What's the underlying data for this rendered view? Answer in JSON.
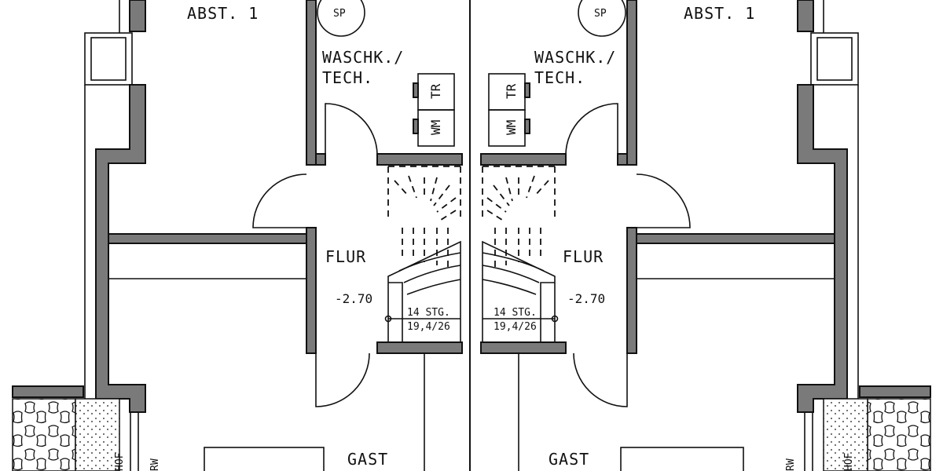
{
  "rooms": {
    "left_abst": "ABST. 1",
    "right_abst": "ABST. 1",
    "left_wasch_line1": "WASCHK./",
    "left_wasch_line2": "TECH.",
    "right_wasch_line1": "WASCHK./",
    "right_wasch_line2": "TECH.",
    "left_flur": "FLUR",
    "right_flur": "FLUR",
    "left_gast": "GAST",
    "right_gast": "GAST"
  },
  "fixtures": {
    "storage_left": "SP",
    "storage_right": "SP",
    "dryer_left": "TR",
    "washer_left": "WM",
    "dryer_right": "TR",
    "washer_right": "WM"
  },
  "stairs": {
    "left_steps": "14 STG.",
    "left_ratio": "19,4/26",
    "right_steps": "14 STG.",
    "right_ratio": "19,4/26"
  },
  "levels": {
    "left_level": "-2.70",
    "right_level": "-2.70"
  },
  "edge_labels": {
    "left_hof": "HOF",
    "left_rw": "RW",
    "right_hof": "HOF",
    "right_rw": "RW"
  }
}
